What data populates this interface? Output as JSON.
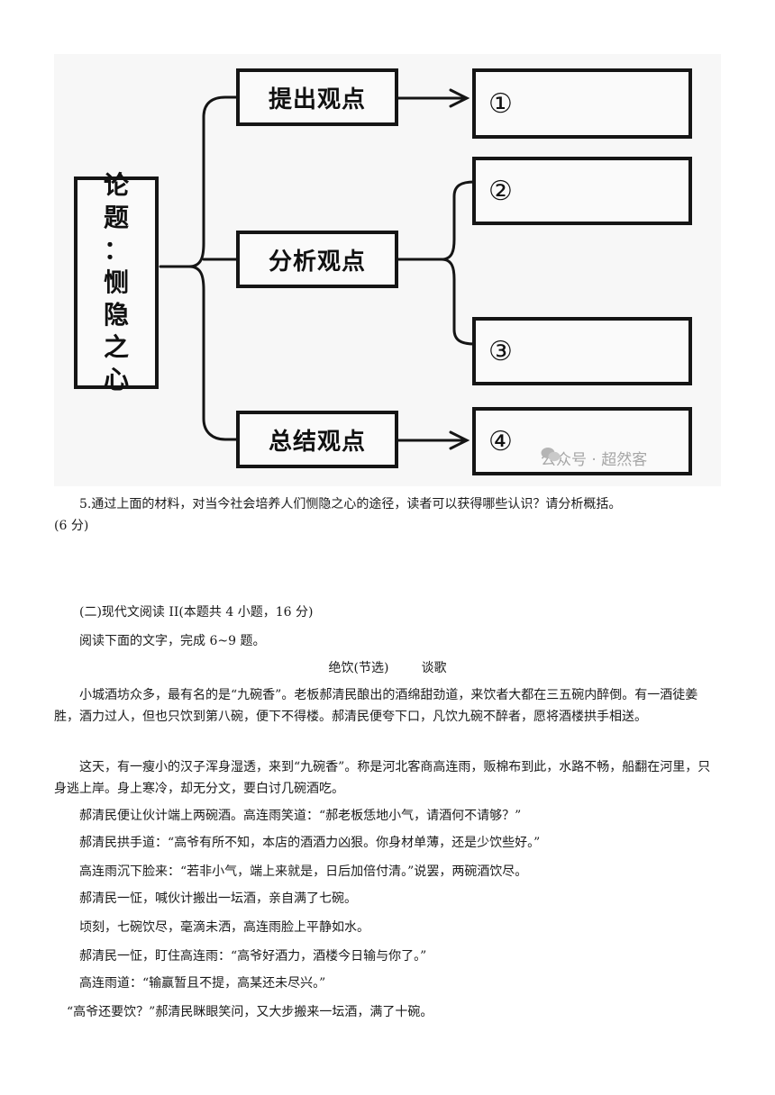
{
  "diagram": {
    "topic_chars": [
      "论",
      "题",
      "：",
      "恻",
      "隐",
      "之",
      "心"
    ],
    "stages": [
      "提出观点",
      "分析观点",
      "总结观点"
    ],
    "slots": [
      "①",
      "②",
      "③",
      "④"
    ],
    "watermark": "公众号 · 超然客"
  },
  "question5": {
    "line1": "5.通过上面的材料，对当今社会培养人们恻隐之心的途径，读者可以获得哪些认识？请分析概括。",
    "line2": "(6 分)"
  },
  "section": {
    "heading": "(二)现代文阅读 II(本题共 4 小题，16 分)",
    "instruction": "阅读下面的文字，完成 6~9 题。",
    "title": "绝饮(节选)",
    "author": "谈歌"
  },
  "paragraphs": [
    "小城酒坊众多，最有名的是“九碗香”。老板郝清民酿出的酒绵甜劲道，来饮者大都在三五碗内醉倒。有一酒徒姜胜，酒力过人，但也只饮到第八碗，便下不得楼。郝清民便夸下口，凡饮九碗不醉者，愿将酒楼拱手相送。",
    "这天，有一瘦小的汉子浑身湿透，来到“九碗香”。称是河北客商高连雨，贩棉布到此，水路不畅，船翻在河里，只身逃上岸。身上寒冷，却无分文，要白讨几碗酒吃。",
    "郝清民便让伙计端上两碗酒。高连雨笑道：“郝老板恁地小气，请酒何不请够？”",
    "郝清民拱手道：“高爷有所不知，本店的酒酒力凶狠。你身材单薄，还是少饮些好。”",
    "高连雨沉下脸来：“若非小气，端上来就是，日后加倍付清。”说罢，两碗酒饮尽。",
    "郝清民一怔，喊伙计搬出一坛酒，亲自满了七碗。",
    "顷刻，七碗饮尽，毫滴未洒，高连雨脸上平静如水。",
    "郝清民一怔，盯住高连雨：“高爷好酒力，酒楼今日输与你了。”",
    "高连雨道：“输赢暂且不提，高某还未尽兴。”",
    "“高爷还要饮？”郝清民眯眼笑问，又大步搬来一坛酒，满了十碗。"
  ]
}
